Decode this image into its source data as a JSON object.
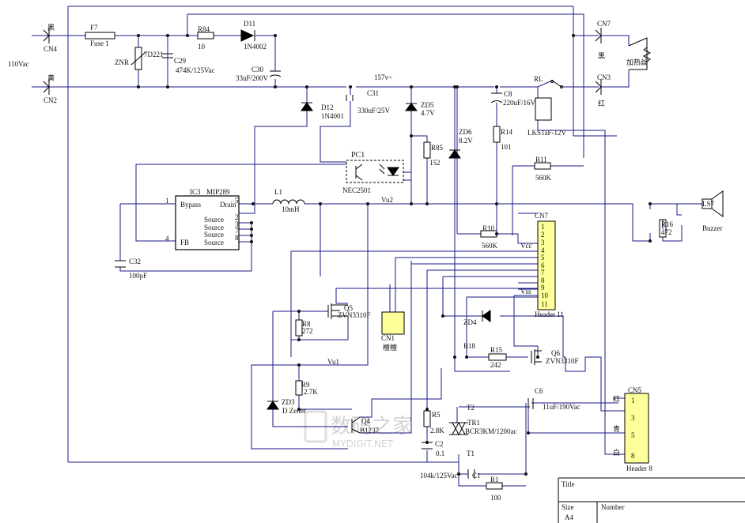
{
  "colors": {
    "wire": "#1a1a8a",
    "part": "#000000",
    "label": "#111111",
    "chip_fill": "#ffff99",
    "pin_fill": "#ffffff"
  },
  "connectors": {
    "cn4": {
      "ref": "CN4",
      "mark": "黑"
    },
    "cn2": {
      "ref": "CN2",
      "mark": "黄"
    },
    "cn7_top": {
      "ref": "CN7",
      "mark": "黑"
    },
    "cn3": {
      "ref": "CN3",
      "mark": "红"
    },
    "heater": "加热丝",
    "supply": "110Vac"
  },
  "parts": {
    "f7": {
      "ref": "F7",
      "val": "Fuse 1"
    },
    "r84": {
      "ref": "R84",
      "val": "10"
    },
    "d11": {
      "ref": "D11",
      "val": "1N4002"
    },
    "znr": {
      "ref": "ZNR",
      "val": "7D221"
    },
    "c29": {
      "ref": "C29",
      "val": "474K/125Vac"
    },
    "c30": {
      "ref": "C30",
      "val": "33uF/200V"
    },
    "d12": {
      "ref": "D12",
      "val": "1N4001"
    },
    "c31": {
      "ref": "C31",
      "val": "330uF/25V"
    },
    "zd5": {
      "ref": "ZD5",
      "val": "4.7V"
    },
    "zd6": {
      "ref": "ZD6",
      "val": "8.2V"
    },
    "c8": {
      "ref": "C8",
      "val": "220uF/16V"
    },
    "rl": {
      "ref": "RL",
      "val": "LKS1aF-12V"
    },
    "r14": {
      "ref": "R14",
      "val": "101"
    },
    "r85": {
      "ref": "R85",
      "val": "152"
    },
    "r11": {
      "ref": "R11",
      "val": "560K"
    },
    "pc1": {
      "ref": "PC1",
      "val": "NEC2501"
    },
    "ic3": {
      "ref": "IC3",
      "val": "MIP289",
      "bypass": "Bypass",
      "drain": "Drain",
      "source": "Source",
      "fb": "FB"
    },
    "l1": {
      "ref": "L1",
      "val": "10mH"
    },
    "c32": {
      "ref": "C32",
      "val": "100pF"
    },
    "r10": {
      "ref": "R10",
      "val": "560K"
    },
    "r16": {
      "ref": "R16",
      "val": "472"
    },
    "ls7": {
      "ref": "LS7",
      "val": "Buzzer"
    },
    "q5": {
      "ref": "Q5",
      "val": "ZVN3310F"
    },
    "r8": {
      "ref": "R8",
      "val": "272"
    },
    "cn1": {
      "ref": "CN1",
      "val": "檀檀"
    },
    "zd4": {
      "ref": "ZD4",
      "val": "B18"
    },
    "r15": {
      "ref": "R15",
      "val": "242"
    },
    "q6": {
      "ref": "Q6",
      "val": "ZVN3310F"
    },
    "r9": {
      "ref": "R9",
      "val": "2.7K"
    },
    "zd3": {
      "ref": "ZD3",
      "val": "D Zener"
    },
    "q4": {
      "ref": "Q4",
      "val": "B1237"
    },
    "r5": {
      "ref": "R5",
      "val": "2.8K"
    },
    "c2": {
      "ref": "C2",
      "val": "0.1"
    },
    "tr1": {
      "ref": "TR1",
      "val": "BCR3KM/1200ac",
      "t1": "T1",
      "t2": "T2"
    },
    "c6": {
      "ref": "C6",
      "val": "11uF/190Vac"
    },
    "c1": {
      "ref": "C1",
      "val": "104k/125Vac"
    },
    "r1": {
      "ref": "R1",
      "val": "100"
    }
  },
  "nets": {
    "v157": "157v~",
    "vu2": "Vu2",
    "vu1": "Vu1",
    "vcc": "Vcc",
    "vss": "Vss"
  },
  "header11": {
    "ref": "CN7",
    "val": "Header 11",
    "pins": [
      "1",
      "2",
      "3",
      "4",
      "5",
      "6",
      "7",
      "8",
      "9",
      "10",
      "11"
    ]
  },
  "header8": {
    "ref": "CN5",
    "val": "Header 8",
    "pins": [
      "1",
      "3",
      "5",
      "8"
    ],
    "marks": [
      "红",
      "青",
      "白"
    ]
  },
  "title_block": {
    "title": "Title",
    "size": "Size",
    "a4": "A4",
    "number": "Number"
  },
  "watermark": {
    "text1": "数码之家",
    "text2": "MYDIGIT.NET"
  }
}
